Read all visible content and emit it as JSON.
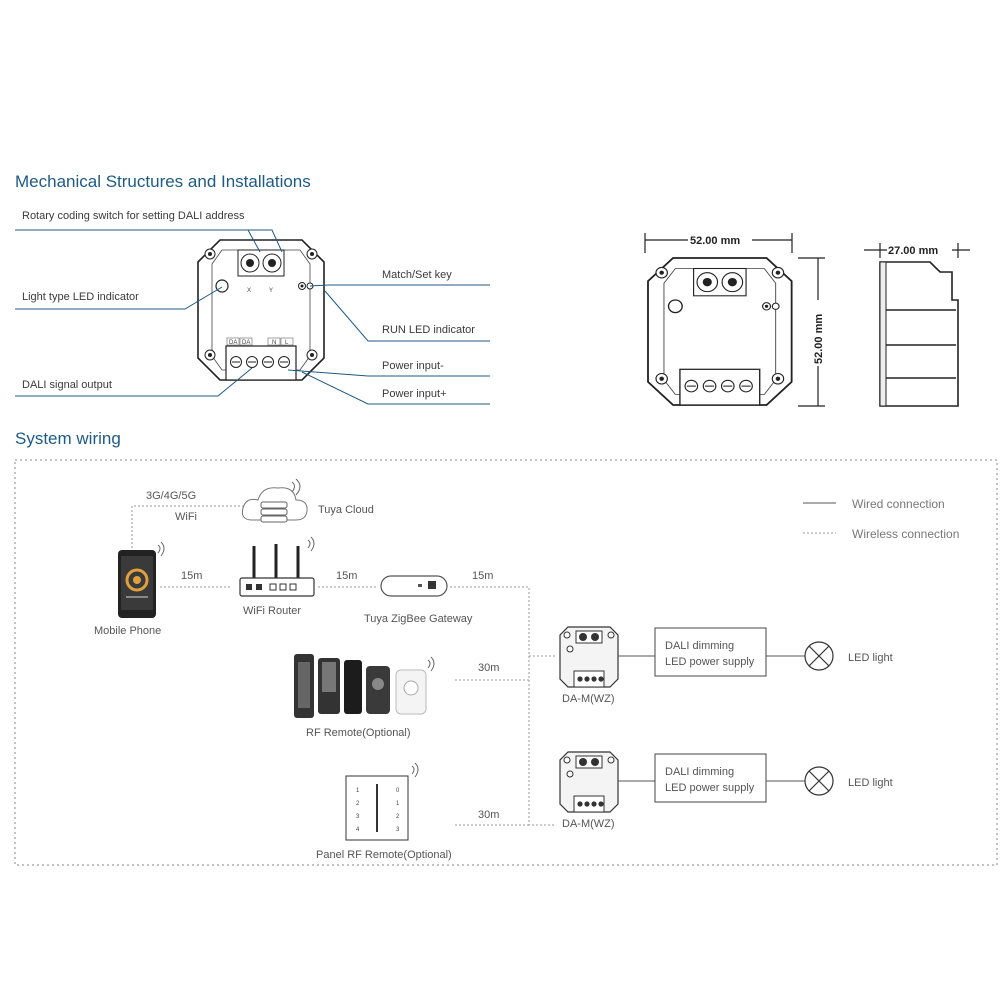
{
  "mechanical": {
    "title": "Mechanical Structures and Installations",
    "labels": {
      "rotary": "Rotary coding switch for setting DALI address",
      "light_type": "Light type LED indicator",
      "dali_output": "DALI signal output",
      "match_key": "Match/Set key",
      "run_led": "RUN LED indicator",
      "power_minus": "Power input-",
      "power_plus": "Power input+"
    },
    "dial_x": "X",
    "dial_y": "Y",
    "terminal_labels": [
      "DA",
      "DA",
      "N",
      "L"
    ],
    "width_dim": "52.00 mm",
    "height_dim": "52.00 mm",
    "depth_dim": "27.00 mm"
  },
  "wiring": {
    "title": "System wiring",
    "legend": {
      "wired": "Wired connection",
      "wireless": "Wireless connection"
    },
    "network": "3G/4G/5G",
    "wifi": "WiFi",
    "cloud": "Tuya Cloud",
    "phone": "Mobile Phone",
    "router": "WiFi Router",
    "gateway": "Tuya ZigBee Gateway",
    "rf_remote": "RF Remote(Optional)",
    "panel_remote": "Panel RF Remote(Optional)",
    "distances": {
      "phone_router": "15m",
      "router_gateway": "15m",
      "gateway_controllers": "15m",
      "rf_remote": "30m",
      "panel_remote": "30m"
    },
    "controller": "DA-M(WZ)",
    "supply_line1": "DALI dimming",
    "supply_line2": "LED power supply",
    "light": "LED light",
    "panel_numbers_left": [
      "1",
      "2",
      "3",
      "4"
    ],
    "panel_numbers_right": [
      "0",
      "1",
      "2",
      "3"
    ]
  }
}
